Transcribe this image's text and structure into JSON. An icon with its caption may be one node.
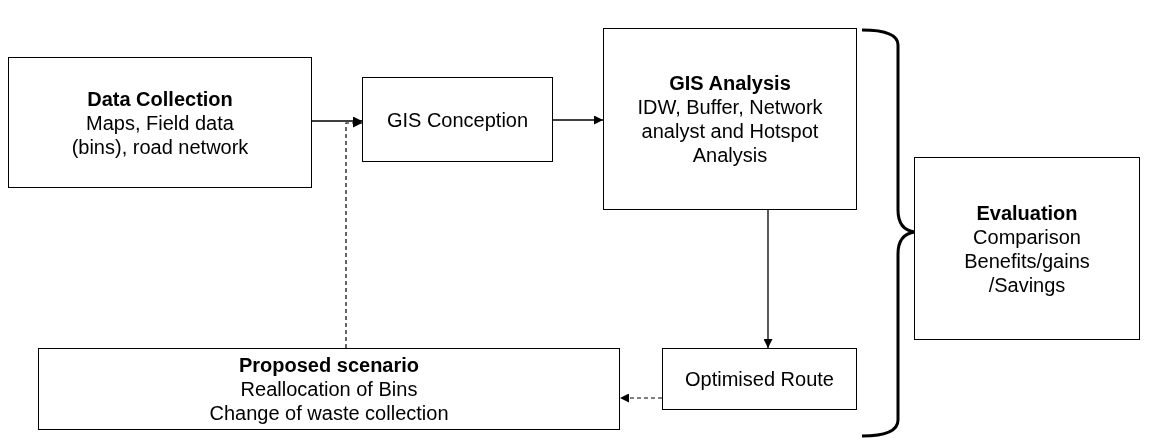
{
  "diagram": {
    "nodes": [
      {
        "text": [
          "Data Collection",
          "Maps, Field data (bins), road network"
        ]
      },
      {
        "text": [
          "GIS Conception"
        ]
      },
      {
        "text": [
          "GIS Analysis",
          "IDW, Buffer, Network analyst and Hotspot Analysis"
        ]
      },
      {
        "text": [
          "Evaluation",
          "Comparison",
          "Benefits/gains /Savings"
        ]
      },
      {
        "text": [
          "Proposed scenario",
          "Reallocation of Bins",
          "Change of waste collection"
        ]
      },
      {
        "text": [
          "Optimised Route"
        ]
      }
    ],
    "edges": [
      {
        "from": 0,
        "to": 1,
        "arrow": "to"
      },
      {
        "from": 1,
        "to": 2,
        "arrow": "to"
      },
      {
        "from": 2,
        "to": 5,
        "arrow": "to"
      },
      {
        "from": 5,
        "to": 4,
        "arrow": "to",
        "style": "dashed"
      },
      {
        "from": 4,
        "to": 1,
        "arrow": "to",
        "style": "dashed"
      }
    ]
  }
}
